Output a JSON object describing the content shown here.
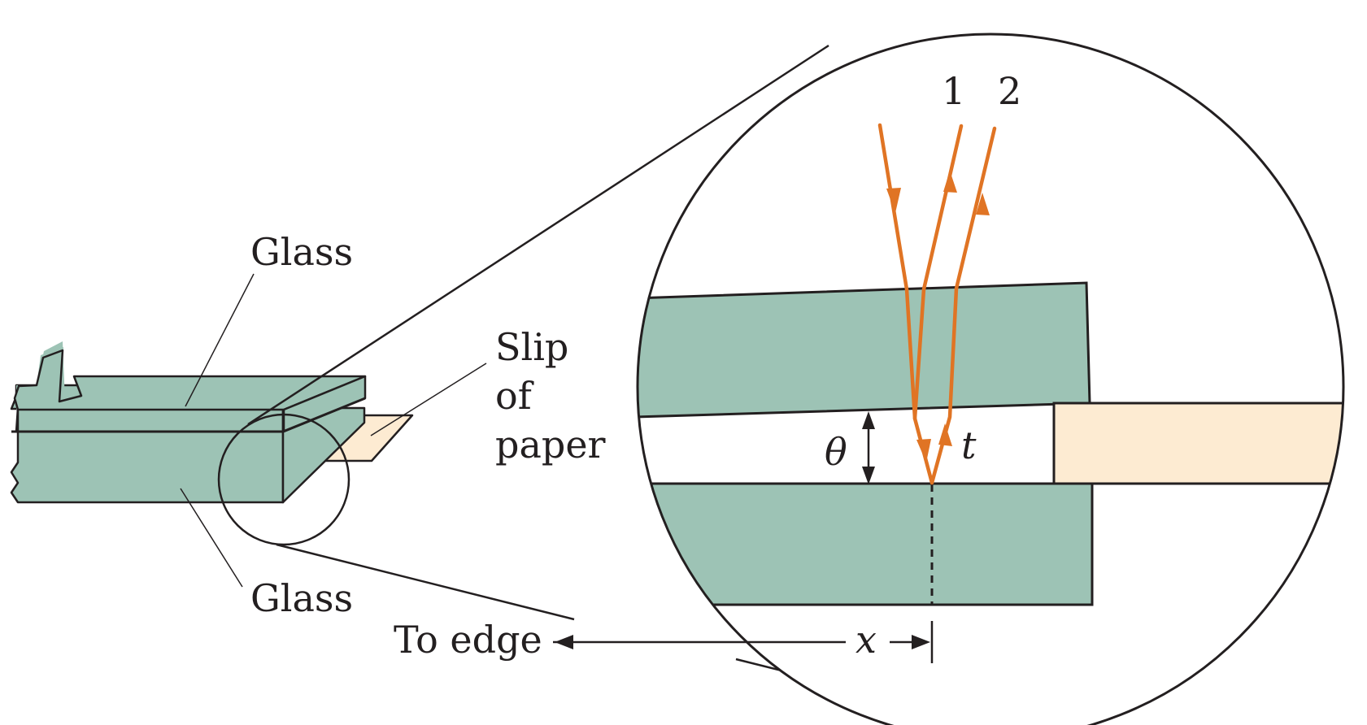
{
  "colors": {
    "glass": "#9dc3b5",
    "paper": "#fdebd2",
    "ray": "#e07424",
    "line": "#231f20",
    "background": "#ffffff"
  },
  "labels": {
    "glass_top": "Glass",
    "glass_bottom": "Glass",
    "slip_line1": "Slip",
    "slip_line2": "of",
    "slip_line3": "paper",
    "to_edge": "To edge",
    "theta": "θ",
    "t": "t",
    "x": "x",
    "ray1": "1",
    "ray2": "2"
  }
}
